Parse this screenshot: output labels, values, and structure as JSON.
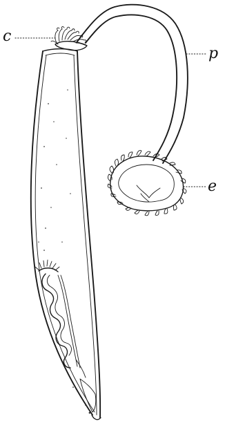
{
  "figure": {
    "labels": {
      "c": "c",
      "p": "p",
      "e": "e"
    }
  }
}
